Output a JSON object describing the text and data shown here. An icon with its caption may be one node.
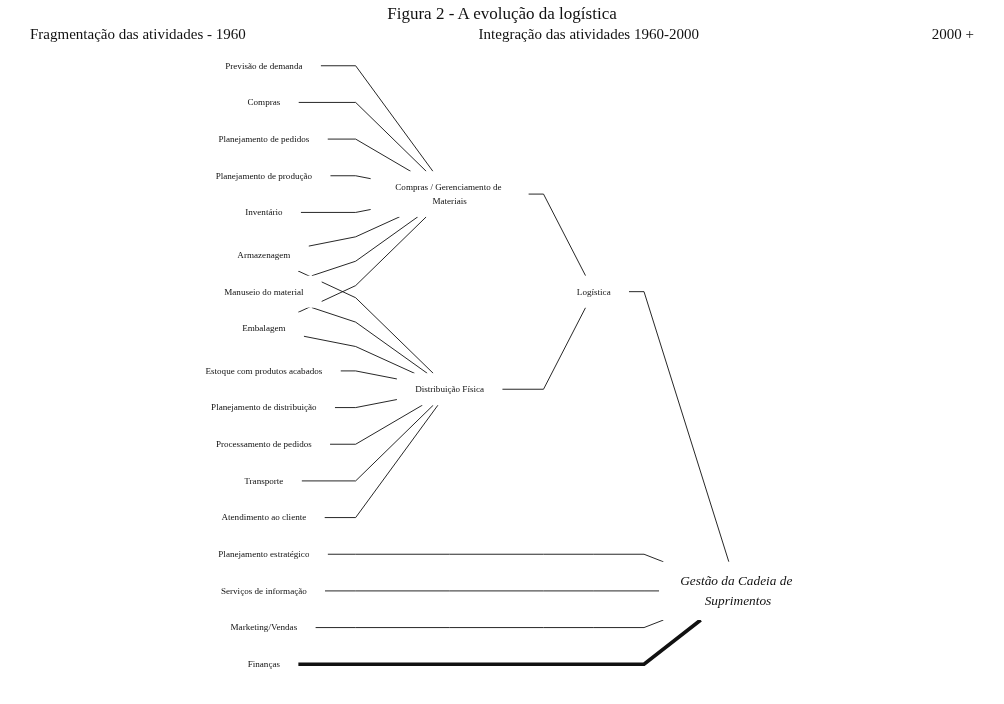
{
  "diagram": {
    "title": "Figura 2 - A evolução da logística",
    "nodes": [
      {
        "text": [
          "Previsão de demanda"
        ]
      },
      {
        "text": [
          "Compras"
        ]
      },
      {
        "text": [
          "Planejamento de pedidos"
        ]
      },
      {
        "text": [
          "Planejamento de produção"
        ]
      },
      {
        "text": [
          "Inventário"
        ]
      },
      {
        "text": [
          "Armazenagem"
        ]
      },
      {
        "text": [
          "Manuseio do material"
        ]
      },
      {
        "text": [
          "Embalagem"
        ]
      },
      {
        "text": [
          "Estoque com produtos acabados"
        ]
      },
      {
        "text": [
          "Planejamento de distribuição"
        ]
      },
      {
        "text": [
          "Processamento de pedidos"
        ]
      },
      {
        "text": [
          "Transporte"
        ]
      },
      {
        "text": [
          "Atendimento ao cliente"
        ]
      },
      {
        "text": [
          "Planejamento estratégico"
        ]
      },
      {
        "text": [
          "Serviços de informação"
        ]
      },
      {
        "text": [
          "Marketing/Vendas"
        ]
      },
      {
        "text": [
          "Finanças"
        ]
      },
      {
        "text": [
          "Compras / Gerenciamento de Materiais"
        ]
      },
      {
        "text": [
          "Distribuição Física"
        ]
      },
      {
        "text": [
          "Logística"
        ]
      },
      {
        "text": [
          "Gestão da Cadeia de Suprimentos"
        ]
      }
    ],
    "edges": [
      {
        "from": 0,
        "to": 17,
        "arrow": "none"
      },
      {
        "from": 1,
        "to": 17,
        "arrow": "none"
      },
      {
        "from": 2,
        "to": 17,
        "arrow": "none"
      },
      {
        "from": 3,
        "to": 17,
        "arrow": "none"
      },
      {
        "from": 4,
        "to": 17,
        "arrow": "none"
      },
      {
        "from": 5,
        "to": 17,
        "arrow": "none"
      },
      {
        "from": 6,
        "to": 17,
        "arrow": "none"
      },
      {
        "from": 7,
        "to": 17,
        "arrow": "none"
      },
      {
        "from": 5,
        "to": 18,
        "arrow": "none"
      },
      {
        "from": 6,
        "to": 18,
        "arrow": "none"
      },
      {
        "from": 7,
        "to": 18,
        "arrow": "none"
      },
      {
        "from": 8,
        "to": 18,
        "arrow": "none"
      },
      {
        "from": 9,
        "to": 18,
        "arrow": "none"
      },
      {
        "from": 10,
        "to": 18,
        "arrow": "none"
      },
      {
        "from": 11,
        "to": 18,
        "arrow": "none"
      },
      {
        "from": 12,
        "to": 18,
        "arrow": "none"
      },
      {
        "from": 17,
        "to": 19,
        "arrow": "none"
      },
      {
        "from": 18,
        "to": 19,
        "arrow": "none"
      },
      {
        "from": 19,
        "to": 20,
        "arrow": "none"
      },
      {
        "from": 13,
        "to": 20,
        "arrow": "none"
      },
      {
        "from": 14,
        "to": 20,
        "arrow": "none"
      },
      {
        "from": 15,
        "to": 20,
        "arrow": "none"
      },
      {
        "from": 16,
        "to": 20,
        "arrow": "none",
        "style": "thick"
      }
    ],
    "labels": [
      "Fragmentação das atividades - 1960",
      "Integração das atividades 1960-2000",
      "2000 +"
    ]
  }
}
